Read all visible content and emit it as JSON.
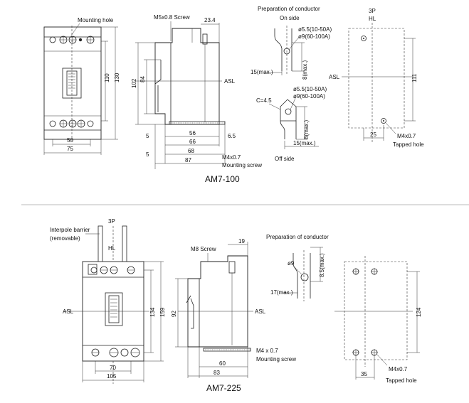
{
  "am7_100": {
    "title": "AM7-100",
    "front": {
      "mounting_hole": "Mounting hole",
      "dim_110": "110",
      "dim_130": "130",
      "dim_50": "50",
      "dim_75": "75"
    },
    "side": {
      "screw": "M5x0.8 Screw",
      "dim_23_4": "23.4",
      "dim_102": "102",
      "dim_84": "84",
      "asl": "ASL",
      "dim_5a": "5",
      "dim_56": "56",
      "dim_6_5": "6.5",
      "dim_66": "66",
      "dim_5b": "5",
      "dim_68": "68",
      "dim_87": "87",
      "m4": "M4x0.7",
      "mounting_screw": "Mounting screw"
    },
    "conductor": {
      "title": "Preparation of conductor",
      "on_side": "On side",
      "on_d1": "ø5.5(10-50A)",
      "on_d2": "ø9(60-100A)",
      "on_15": "15(max.)",
      "on_8": "8(max.)",
      "c45": "C=4.5",
      "off_d1": "ø5.5(10-50A)",
      "off_d2": "ø9(60-100A)",
      "off_8": "8(max.)",
      "off_15": "15(max.)",
      "off_side": "Off side"
    },
    "drill": {
      "p3": "3P",
      "hl": "HL",
      "asl": "ASL",
      "dim_111": "111",
      "dim_25": "25",
      "m4": "M4x0.7",
      "tapped": "Tapped hole"
    }
  },
  "am7_225": {
    "title": "AM7-225",
    "front": {
      "barrier1": "Interpole barrier",
      "barrier2": "(removable)",
      "p3": "3P",
      "hl": "HL",
      "asl": "ASL",
      "dim_134": "134",
      "dim_159": "159",
      "dim_70": "70",
      "dim_105": "105"
    },
    "side": {
      "screw": "M8 Screw",
      "dim_19": "19",
      "dim_92": "92",
      "asl": "ASL",
      "m4": "M4 x 0.7",
      "mounting_screw": "Mounting screw",
      "dim_60": "60",
      "dim_83": "83"
    },
    "conductor": {
      "title": "Preparation of conductor",
      "d9": "ø9",
      "dim_8_5": "8.5(max.)",
      "dim_17": "17(max.)"
    },
    "drill": {
      "dim_124": "124",
      "dim_35": "35",
      "m4": "M4x0.7",
      "tapped": "Tapped hole"
    }
  }
}
